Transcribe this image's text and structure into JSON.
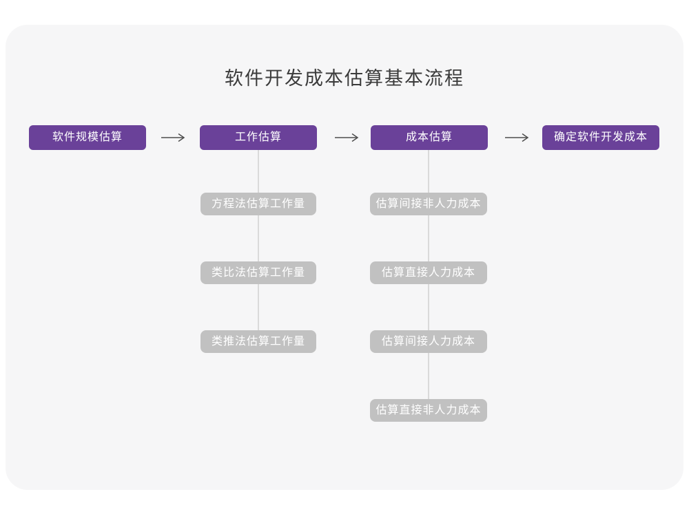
{
  "title": "软件开发成本估算基本流程",
  "colors": {
    "primary_node": "#6a4199",
    "sub_node": "#c1c1c1",
    "card_background": "#f6f6f7",
    "connector_line": "#dadada",
    "arrow": "#4d4d4d",
    "title_text": "#3b3b3b",
    "node_text": "#ffffff"
  },
  "main_flow": {
    "steps": [
      {
        "label": "软件规模估算"
      },
      {
        "label": "工作估算"
      },
      {
        "label": "成本估算"
      },
      {
        "label": "确定软件开发成本"
      }
    ]
  },
  "work_branch": {
    "items": [
      {
        "label": "方程法估算工作量"
      },
      {
        "label": "类比法估算工作量"
      },
      {
        "label": "类推法估算工作量"
      }
    ]
  },
  "cost_branch": {
    "items": [
      {
        "label": "估算间接非人力成本"
      },
      {
        "label": "估算直接人力成本"
      },
      {
        "label": "估算间接人力成本"
      },
      {
        "label": "估算直接非人力成本"
      }
    ]
  }
}
